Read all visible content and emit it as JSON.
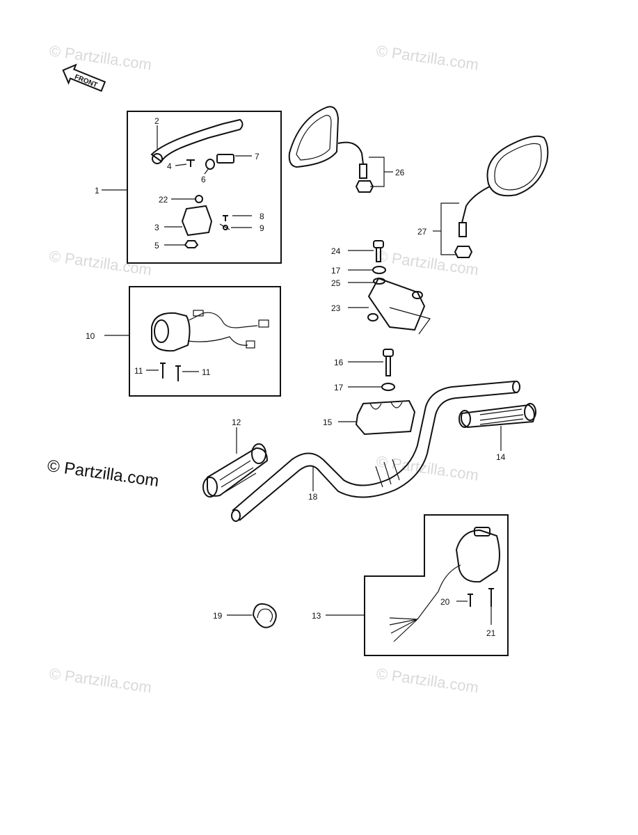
{
  "watermark": "© Partzilla.com",
  "brand_text": "© Partzilla.com",
  "front_label": "FRONT",
  "callouts": {
    "c1": "1",
    "c2": "2",
    "c3": "3",
    "c4": "4",
    "c5": "5",
    "c6": "6",
    "c7": "7",
    "c8": "8",
    "c9": "9",
    "c10": "10",
    "c11a": "11",
    "c11b": "11",
    "c12": "12",
    "c13": "13",
    "c14": "14",
    "c15": "15",
    "c16": "16",
    "c17a": "17",
    "c17b": "17",
    "c18": "18",
    "c19": "19",
    "c20": "20",
    "c21": "21",
    "c22": "22",
    "c23": "23",
    "c24": "24",
    "c25": "25",
    "c26": "26",
    "c27": "27"
  }
}
